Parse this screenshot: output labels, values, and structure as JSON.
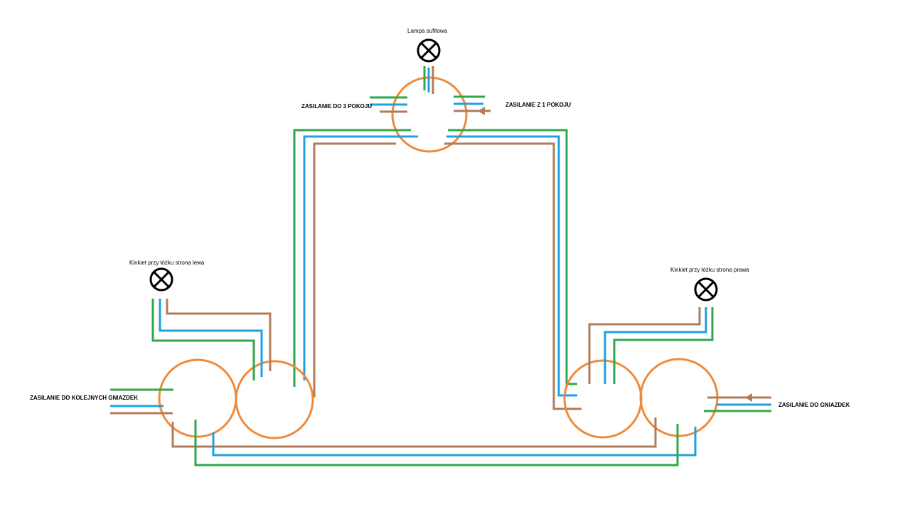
{
  "labels": {
    "ceiling_lamp": "Lampa sufitowa",
    "feed_room3": "ZASILANIE DO 3 POKOJU",
    "feed_room1": "ZASILANIE Z 1 POKOJU",
    "sconce_left": "Kinkiet przy łóżku strona lewa",
    "sconce_right": "Kinkiet przy łóżku strona prawa",
    "feed_next_outlets": "ZASILANIE DO KOLEJNYCH GNIAZDEK",
    "feed_outlets": "ZASILANIE DO GNIAZDEK"
  },
  "colors": {
    "box": "#ef8a3a",
    "ground_green": "#2ea84a",
    "neutral_blue": "#1da1e0",
    "live_brown": "#b27b5a",
    "lamp": "#000000"
  },
  "icons": {
    "lamp": "lamp-cross-circle-icon",
    "arrow": "arrow-left-icon"
  }
}
